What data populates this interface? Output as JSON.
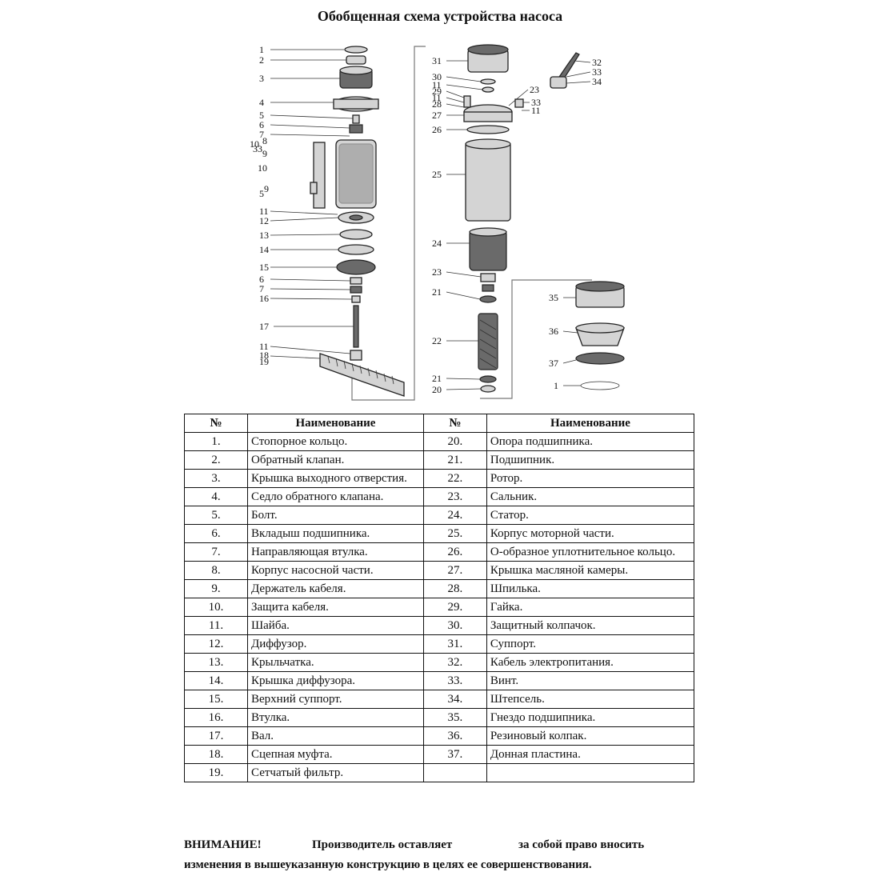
{
  "title": "Обобщенная схема устройства насоса",
  "diagram": {
    "labels_left": [
      "1",
      "2",
      "3",
      "4",
      "5",
      "6",
      "7",
      "8",
      "10",
      "33",
      "9",
      "10",
      "9",
      "5",
      "11",
      "12",
      "13",
      "14",
      "15",
      "6",
      "7",
      "16",
      "17",
      "11",
      "18",
      "19"
    ],
    "labels_right": [
      "31",
      "30",
      "11",
      "29",
      "11",
      "28",
      "27",
      "26",
      "25",
      "24",
      "23",
      "21",
      "22",
      "21",
      "20"
    ],
    "labels_top": [
      "32",
      "33",
      "34",
      "23",
      "33",
      "11"
    ],
    "labels_bearing": [
      "35",
      "36",
      "37",
      "1"
    ]
  },
  "table": {
    "head": {
      "num": "№",
      "name": "Наименование"
    },
    "left_rows": [
      {
        "n": "1.",
        "name": "Стопорное кольцо."
      },
      {
        "n": "2.",
        "name": "Обратный клапан."
      },
      {
        "n": "3.",
        "name": "Крышка выходного отверстия."
      },
      {
        "n": "4.",
        "name": "Седло обратного клапана."
      },
      {
        "n": "5.",
        "name": "Болт."
      },
      {
        "n": "6.",
        "name": "Вкладыш подшипника."
      },
      {
        "n": "7.",
        "name": "Направляющая втулка."
      },
      {
        "n": "8.",
        "name": "Корпус насосной части."
      },
      {
        "n": "9.",
        "name": "Держатель кабеля."
      },
      {
        "n": "10.",
        "name": "Защита кабеля."
      },
      {
        "n": "11.",
        "name": "Шайба."
      },
      {
        "n": "12.",
        "name": "Диффузор."
      },
      {
        "n": "13.",
        "name": "Крыльчатка."
      },
      {
        "n": "14.",
        "name": "Крышка диффузора."
      },
      {
        "n": "15.",
        "name": "Верхний суппорт."
      },
      {
        "n": "16.",
        "name": "Втулка."
      },
      {
        "n": "17.",
        "name": "Вал."
      },
      {
        "n": "18.",
        "name": "Сцепная муфта."
      },
      {
        "n": "19.",
        "name": "Сетчатый фильтр."
      }
    ],
    "right_rows": [
      {
        "n": "20.",
        "name": "Опора подшипника."
      },
      {
        "n": "21.",
        "name": "Подшипник."
      },
      {
        "n": "22.",
        "name": "Ротор."
      },
      {
        "n": "23.",
        "name": "Сальник."
      },
      {
        "n": "24.",
        "name": "Статор."
      },
      {
        "n": "25.",
        "name": "Корпус моторной части."
      },
      {
        "n": "26.",
        "name": "О-образное уплотнительное кольцо."
      },
      {
        "n": "27.",
        "name": "Крышка масляной камеры."
      },
      {
        "n": "28.",
        "name": "Шпилька."
      },
      {
        "n": "29.",
        "name": "Гайка."
      },
      {
        "n": "30.",
        "name": "Защитный колпачок."
      },
      {
        "n": "31.",
        "name": "Суппорт."
      },
      {
        "n": "32.",
        "name": "Кабель электропитания."
      },
      {
        "n": "33.",
        "name": "Винт."
      },
      {
        "n": "34.",
        "name": "Штепсель."
      },
      {
        "n": "35.",
        "name": "Гнездо подшипника."
      },
      {
        "n": "36.",
        "name": "Резиновый колпак."
      },
      {
        "n": "37.",
        "name": "Донная пластина."
      },
      {
        "n": "",
        "name": ""
      }
    ]
  },
  "warning": {
    "w_a": "ВНИМАНИЕ!",
    "w_b": "Производитель оставляет",
    "w_c": "за собой право вносить",
    "w_d": "изменения в вышеуказанную конструкцию в целях ее совершенствования."
  }
}
